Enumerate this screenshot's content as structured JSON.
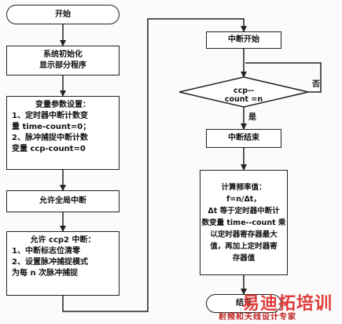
{
  "left": {
    "start": "开始",
    "init": [
      "系统初始化",
      "显示部分程序"
    ],
    "vars": [
      "变量参数设置：",
      "1、定时器中断计数变",
      "量 time-count=0；",
      "2、脉冲捕捉中断计数",
      "变量 ccp-count=0"
    ],
    "global": "允许全局中断",
    "ccp2": [
      "允许 ccp2 中断：",
      "1、中断标志位清零",
      "2、设置脉冲捕捉模式",
      "为每 n 次脉冲捕捉"
    ]
  },
  "right": {
    "int_start": "中断开始",
    "decision": "ccp--count =n",
    "no": "否",
    "yes": "是",
    "int_end": "中断结束",
    "calc": [
      "计算频率值：",
      "f=n/Δt，",
      "Δt 等于定时器中断计",
      "数变量 time--count 乘",
      "以定时器寄存器最大",
      "值，再加上定时器寄",
      "存器值"
    ],
    "end": "结束"
  },
  "watermark": {
    "main": "易迪拓培训",
    "sub": "射频和天线设计专家"
  }
}
